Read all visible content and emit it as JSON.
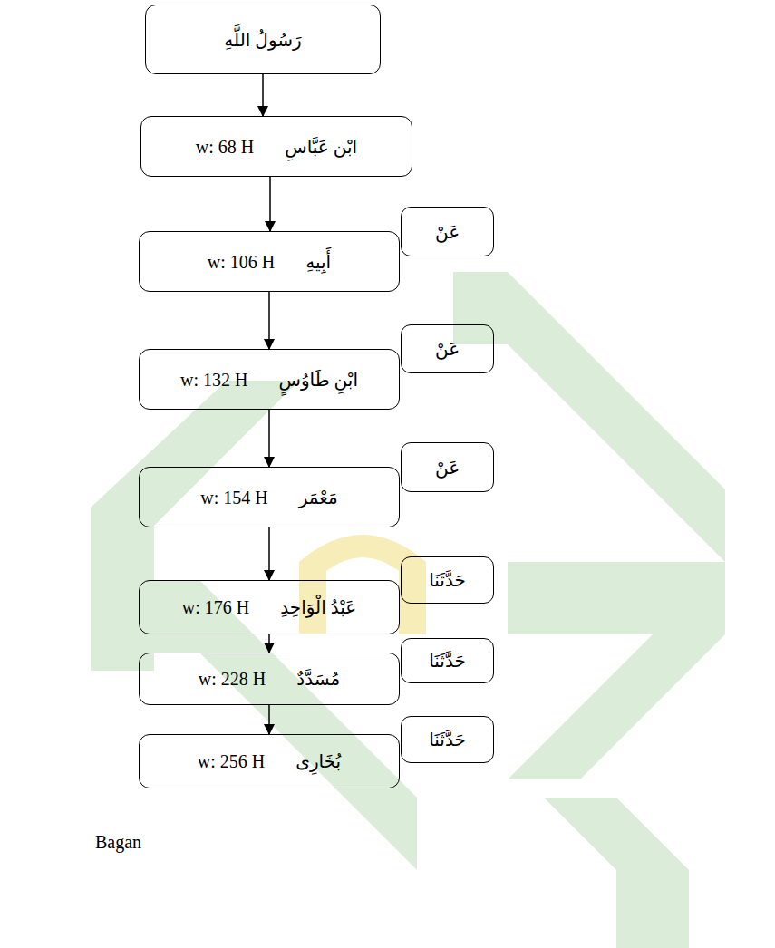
{
  "diagram": {
    "nodes": [
      {
        "text": [
          "رَسُولُ اللَّهِ"
        ]
      },
      {
        "text": [
          "ابْن عَبَّاسِ",
          "w: 68 H"
        ]
      },
      {
        "text": [
          "عَنْ"
        ]
      },
      {
        "text": [
          "أَبِيهِ",
          "w: 106 H"
        ]
      },
      {
        "text": [
          "عَنْ"
        ]
      },
      {
        "text": [
          "ابْنِ طَاوُسٍ",
          "w: 132 H"
        ]
      },
      {
        "text": [
          "عَنْ"
        ]
      },
      {
        "text": [
          "مَعْمَر",
          "w: 154 H"
        ]
      },
      {
        "text": [
          "حَدَّثَنَا"
        ]
      },
      {
        "text": [
          "عَبْدُ الْوَاحِدِ",
          "w: 176 H"
        ]
      },
      {
        "text": [
          "حَدَّثَنَا"
        ]
      },
      {
        "text": [
          "مُسَدَّدٌ",
          "w: 228 H"
        ]
      },
      {
        "text": [
          "حَدَّثَنَا"
        ]
      },
      {
        "text": [
          "بُخَارِى",
          "w: 256 H"
        ]
      }
    ],
    "edges": [
      {
        "from": 0,
        "to": 1,
        "arrow": "to"
      },
      {
        "from": 1,
        "to": 3,
        "arrow": "to"
      },
      {
        "from": 3,
        "to": 5,
        "arrow": "to"
      },
      {
        "from": 5,
        "to": 7,
        "arrow": "to"
      },
      {
        "from": 7,
        "to": 9,
        "arrow": "to"
      },
      {
        "from": 9,
        "to": 11,
        "arrow": "to"
      },
      {
        "from": 11,
        "to": 13,
        "arrow": "to"
      }
    ],
    "labels": [
      "Bagan"
    ]
  }
}
